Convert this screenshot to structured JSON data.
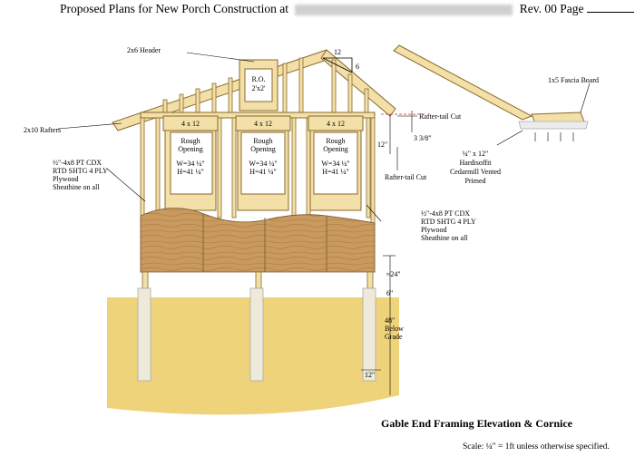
{
  "header": {
    "prefix": "Proposed Plans for New Porch Construction at",
    "rev": "Rev. 00",
    "page": "Page"
  },
  "labels": {
    "header_2x6": "2x6 Header",
    "ro": "R.O.",
    "ro_size": "2'x2'",
    "pitch_run": "12",
    "pitch_rise": "6",
    "rafters": "2x10 Rafters",
    "rafter_tail_cut_top": "Rafter-tail Cut",
    "rafter_tail_cut_side": "Rafter-tail Cut",
    "dim_338": "3 3/8\"",
    "dim_12": "12\"",
    "fascia": "1x5 Fascia Board",
    "hardisoffit": [
      "¼\" x 12\"",
      "Hardisoffit",
      "Cedarmill Vented",
      "Primed"
    ],
    "sheathing_left": [
      "½\"-4x8 PT CDX",
      "RTD SHTG 4 PLY",
      "Plywood",
      "Sheathine on all"
    ],
    "sheathing_right": [
      "½\"-4x8 PT CDX",
      "RTD SHTG 4 PLY",
      "Plywood",
      "Sheathine on all"
    ],
    "dim_24": "≈24\"",
    "dim_6": "6\"",
    "below_grade": [
      "48\"",
      "Below",
      "Grade"
    ],
    "footing_width": "12\""
  },
  "windows": [
    {
      "header": "4 x 12",
      "line1": "Rough",
      "line2": "Opening",
      "w": "W=34 ¼\"",
      "h": "H=41 ¼\""
    },
    {
      "header": "4 x 12",
      "line1": "Rough",
      "line2": "Opening",
      "w": "W=34 ¼\"",
      "h": "H=41 ¼\""
    },
    {
      "header": "4 x 12",
      "line1": "Rough",
      "line2": "Opening",
      "w": "W=34 ¼\"",
      "h": "H=41 ¼\""
    }
  ],
  "title": "Gable End Framing Elevation & Cornice",
  "scale": "Scale: ¼\" = 1ft unless otherwise specified.",
  "colors": {
    "lumber": "#f3dfa8",
    "lumber_stroke": "#8a6a2a",
    "ground": "#efd37a",
    "plywood": "#c99a5e",
    "footing": "#eeeada"
  }
}
